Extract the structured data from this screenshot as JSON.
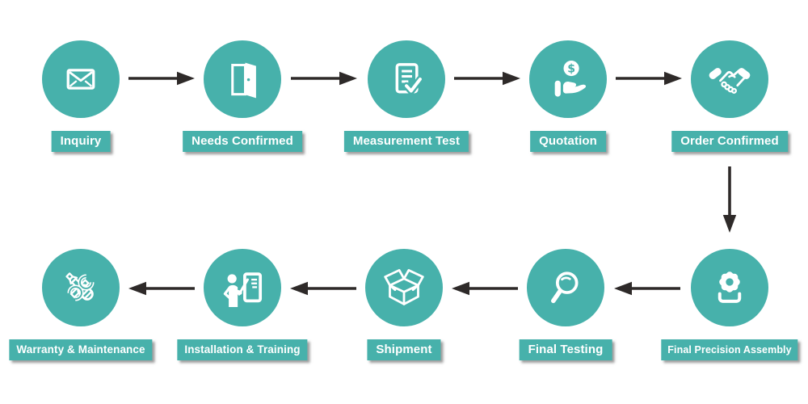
{
  "diagram": {
    "type": "process-flow",
    "title": "",
    "palette": {
      "accent": "#47b1ab",
      "arrow": "#2e2a29",
      "label_text": "#ffffff",
      "background": "#ffffff"
    },
    "coin_symbol": "$",
    "steps": [
      {
        "label": "Inquiry",
        "icon": "envelope-icon"
      },
      {
        "label": "Needs Confirmed",
        "icon": "open-door-icon"
      },
      {
        "label": "Measurement Test",
        "icon": "document-check-icon"
      },
      {
        "label": "Quotation",
        "icon": "hand-coin-icon"
      },
      {
        "label": "Order Confirmed",
        "icon": "handshake-icon"
      },
      {
        "label": "Final Precision Assembly",
        "icon": "gear-assembly-icon"
      },
      {
        "label": "Final Testing",
        "icon": "magnifier-icon"
      },
      {
        "label": "Shipment",
        "icon": "open-box-icon"
      },
      {
        "label": "Installation & Training",
        "icon": "trainer-board-icon"
      },
      {
        "label": "Warranty & Maintenance",
        "icon": "crossed-tools-icon"
      }
    ],
    "flow_order": [
      "Inquiry",
      "Needs Confirmed",
      "Measurement Test",
      "Quotation",
      "Order Confirmed",
      "Final Precision Assembly",
      "Final Testing",
      "Shipment",
      "Installation & Training",
      "Warranty & Maintenance"
    ]
  }
}
